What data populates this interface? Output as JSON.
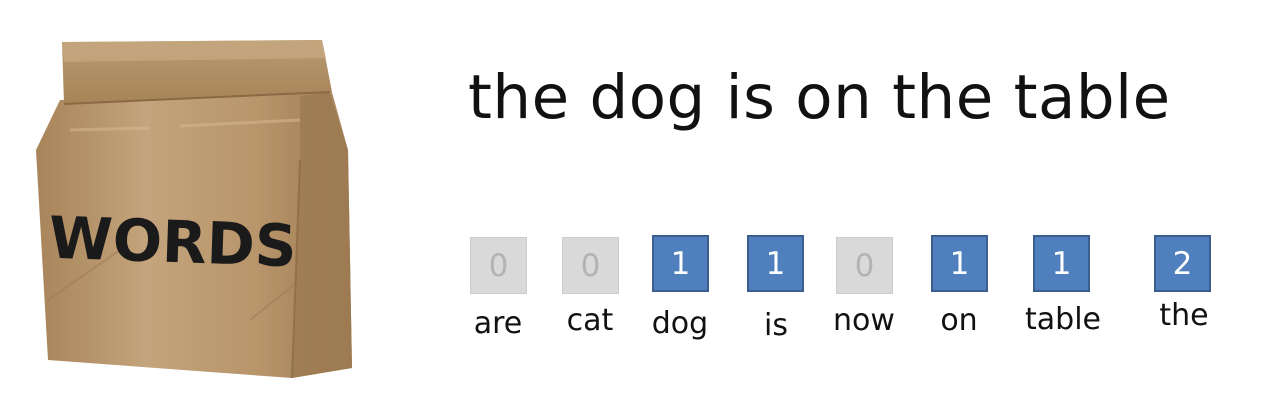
{
  "bag": {
    "label": "WORDS",
    "icon": "paper-bag-icon"
  },
  "sentence": "the dog is on the table",
  "vocabulary": [
    {
      "word": "are",
      "count": "0"
    },
    {
      "word": "cat",
      "count": "0"
    },
    {
      "word": "dog",
      "count": "1"
    },
    {
      "word": "is",
      "count": "1"
    },
    {
      "word": "now",
      "count": "0"
    },
    {
      "word": "on",
      "count": "1"
    },
    {
      "word": "table",
      "count": "1"
    },
    {
      "word": "the",
      "count": "2"
    }
  ],
  "colors": {
    "zero_tile": "#d9d9d9",
    "count_tile": "#4f7fbd",
    "tile_border": "#3a5f8f",
    "bag": "#b8956a"
  }
}
